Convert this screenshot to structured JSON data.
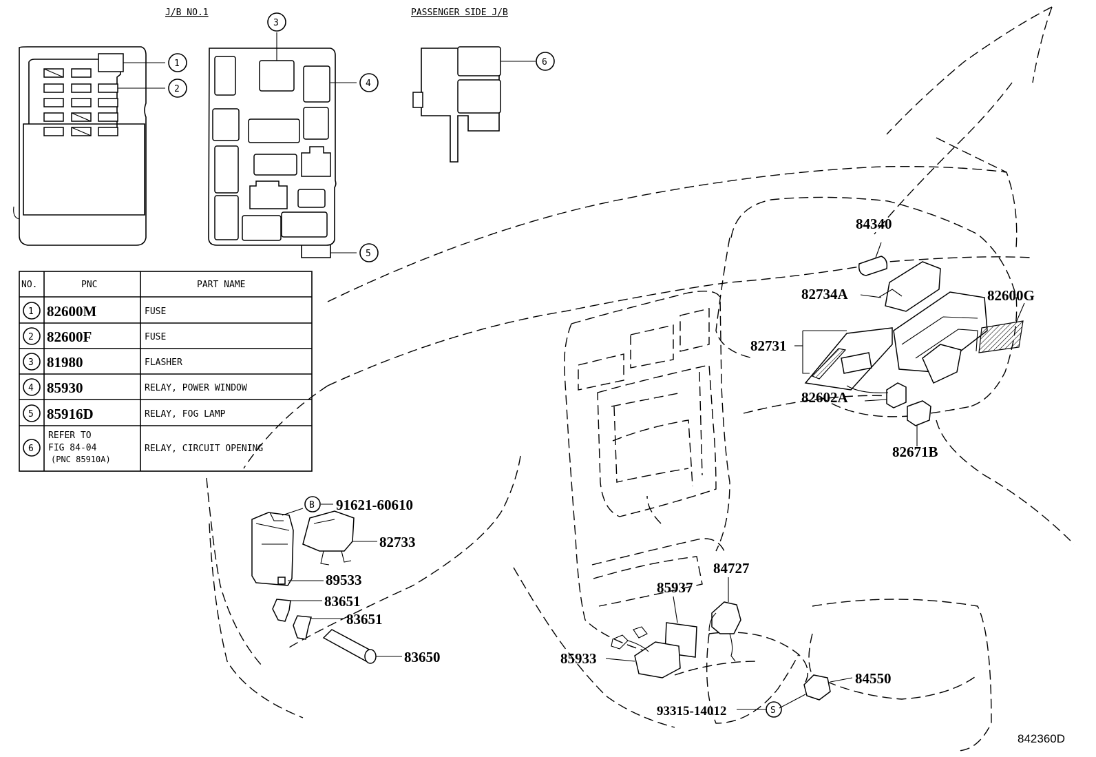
{
  "headers": {
    "jb1": "J/B NO.1",
    "passenger": "PASSENGER SIDE J/B"
  },
  "table": {
    "columns": [
      "NO.",
      "PNC",
      "PART NAME"
    ],
    "rows": [
      {
        "no": "1",
        "pnc": "82600M",
        "name": "FUSE"
      },
      {
        "no": "2",
        "pnc": "82600F",
        "name": "FUSE"
      },
      {
        "no": "3",
        "pnc": "81980",
        "name": "FLASHER"
      },
      {
        "no": "4",
        "pnc": "85930",
        "name": "RELAY, POWER WINDOW"
      },
      {
        "no": "5",
        "pnc": "85916D",
        "name": "RELAY, FOG LAMP"
      },
      {
        "no": "6",
        "pnc_lines": [
          "REFER TO",
          "FIG 84-04",
          "(PNC 85910A)"
        ],
        "name": "RELAY, CIRCUIT OPENING"
      }
    ]
  },
  "callouts": {
    "c1": "1",
    "c2": "2",
    "c3": "3",
    "c4": "4",
    "c5": "5",
    "c6": "6",
    "b": "B",
    "s": "S"
  },
  "parts": {
    "p84340": "84340",
    "p82734A": "82734A",
    "p82600G": "82600G",
    "p82731": "82731",
    "p82602A": "82602A",
    "p82671B": "82671B",
    "p91621": "91621-60610",
    "p82733": "82733",
    "p89533": "89533",
    "p83651a": "83651",
    "p83651b": "83651",
    "p83650": "83650",
    "p84727": "84727",
    "p85937": "85937",
    "p85933": "85933",
    "p84550": "84550",
    "p93315": "93315-14012"
  },
  "figure_code": "842360D"
}
